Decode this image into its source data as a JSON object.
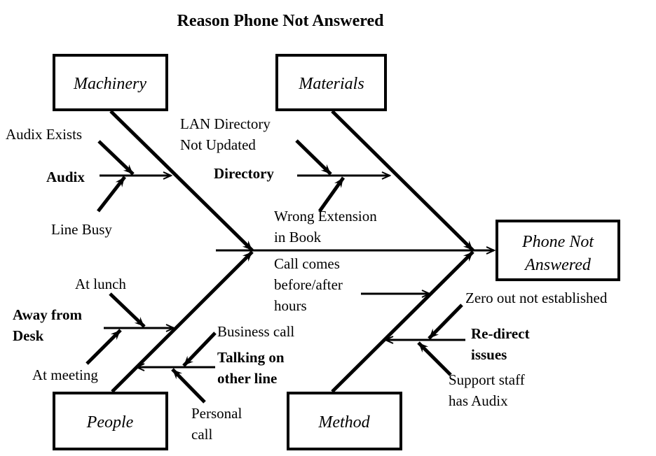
{
  "title": "Reason Phone Not Answered",
  "effect": {
    "line1": "Phone Not",
    "line2": "Answered"
  },
  "categories": {
    "machinery": "Machinery",
    "materials": "Materials",
    "people": "People",
    "method": "Method"
  },
  "sub_causes": {
    "audix": {
      "label": "Audix",
      "causes": [
        "Audix Exists",
        "Line Busy"
      ]
    },
    "directory": {
      "label": "Directory",
      "causes": [
        {
          "line1": "LAN Directory",
          "line2": "Not Updated"
        },
        {
          "line1": "Wrong Extension",
          "line2": "in Book"
        }
      ]
    },
    "away": {
      "line1": "Away from",
      "line2": "Desk",
      "causes": [
        "At lunch",
        "At meeting"
      ]
    },
    "talking": {
      "line1": "Talking on",
      "line2": "other line",
      "causes": [
        "Business call",
        {
          "line1": "Personal",
          "line2": "call"
        }
      ]
    },
    "hours": {
      "line1": "Call comes",
      "line2": "before/after",
      "line3": "hours"
    },
    "redirect": {
      "line1": "Re-direct",
      "line2": "issues",
      "causes": [
        "Zero out not established",
        {
          "line1": "Support staff",
          "line2": "has Audix"
        }
      ]
    }
  }
}
